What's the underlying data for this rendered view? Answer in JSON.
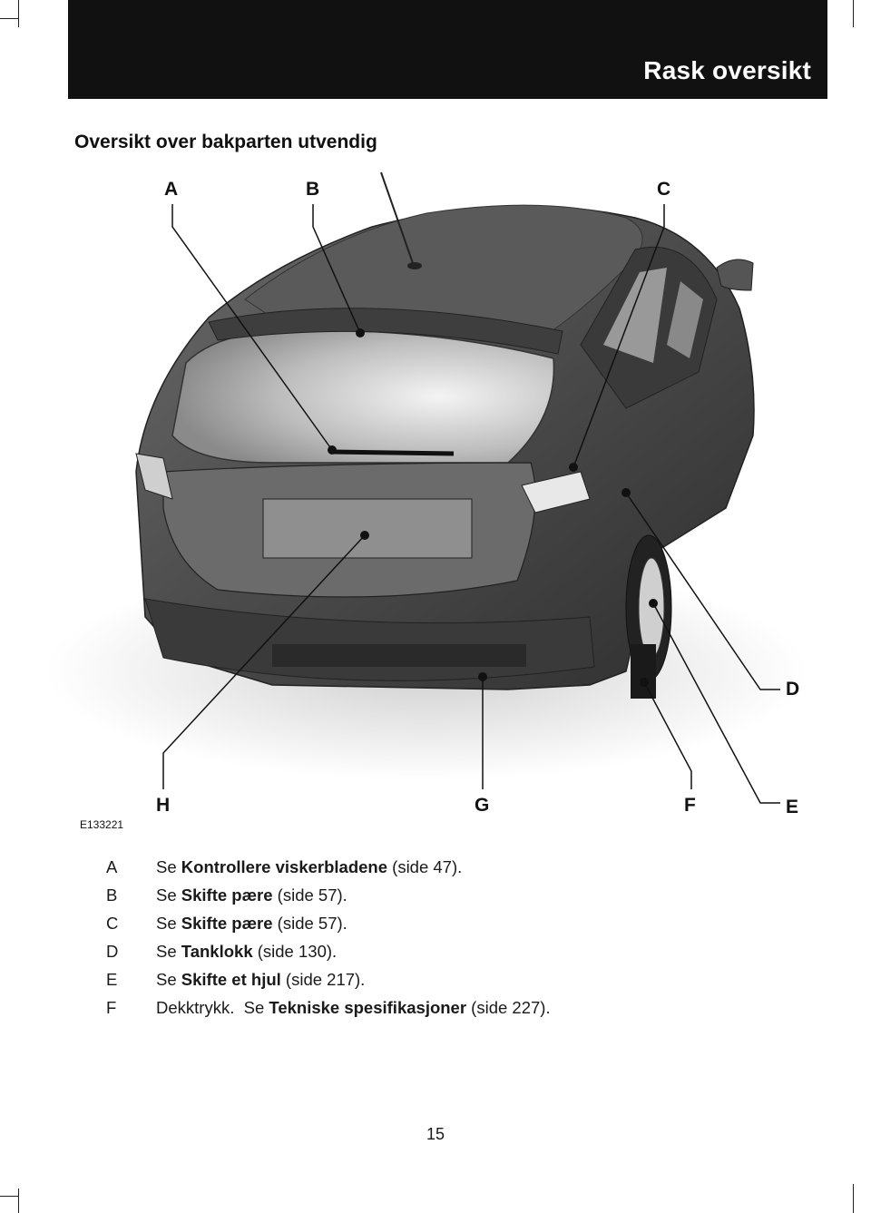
{
  "header": {
    "title": "Rask oversikt"
  },
  "section": {
    "title": "Oversikt over bakparten utvendig"
  },
  "figure": {
    "id": "E133221",
    "callouts": {
      "A": "A",
      "B": "B",
      "C": "C",
      "D": "D",
      "E": "E",
      "F": "F",
      "G": "G",
      "H": "H"
    }
  },
  "legend": [
    {
      "letter": "A",
      "pre": "Se ",
      "bold": "Kontrollere viskerbladene",
      "post": " (side 47)."
    },
    {
      "letter": "B",
      "pre": "Se ",
      "bold": "Skifte pære",
      "post": " (side 57)."
    },
    {
      "letter": "C",
      "pre": "Se ",
      "bold": "Skifte pære",
      "post": " (side 57)."
    },
    {
      "letter": "D",
      "pre": "Se ",
      "bold": "Tanklokk",
      "post": " (side 130)."
    },
    {
      "letter": "E",
      "pre": "Se ",
      "bold": "Skifte et hjul",
      "post": " (side 217)."
    },
    {
      "letter": "F",
      "pre": "Dekktrykk.  Se ",
      "bold": "Tekniske spesifikasjoner",
      "post": " (side 227)."
    }
  ],
  "page": {
    "number": "15"
  },
  "colors": {
    "header_bg": "#111111",
    "header_text": "#ffffff",
    "car_body": "#4a4a4a"
  }
}
